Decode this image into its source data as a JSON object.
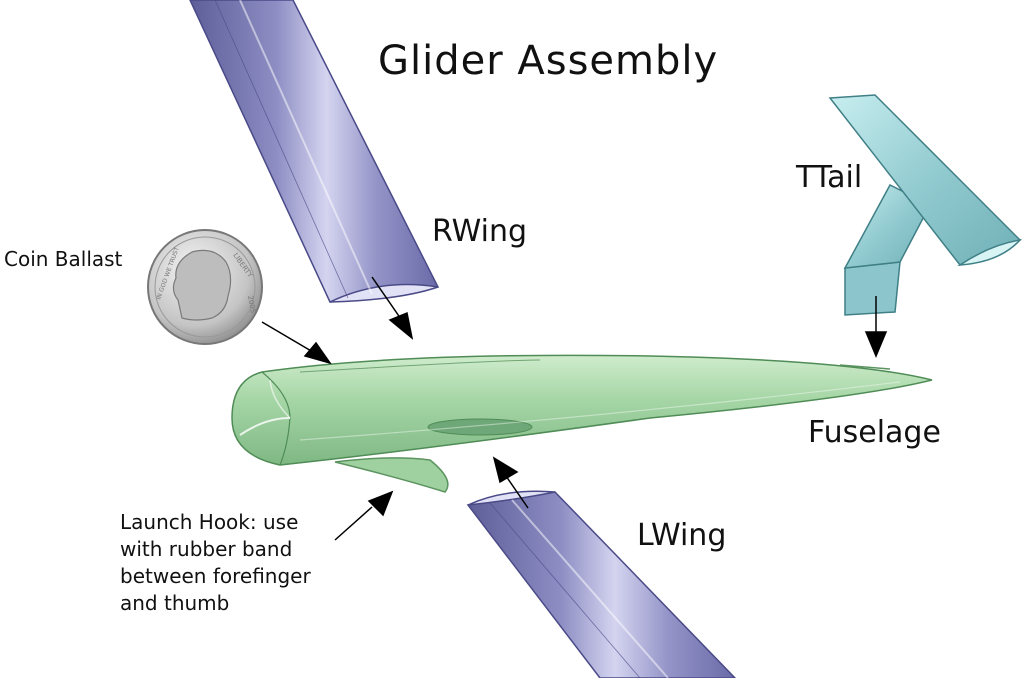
{
  "title": "Glider Assembly",
  "labels": {
    "coin_ballast": "Coin Ballast",
    "rwing": "RWing",
    "ttail": "TTail",
    "fuselage": "Fuselage",
    "lwing": "LWing",
    "launch_hook": [
      "Launch Hook: use",
      "with rubber band",
      "between forefinger",
      "and thumb"
    ]
  },
  "coin_text": {
    "motto": "IN GOD WE TRUST",
    "liberty": "LIBERTY",
    "year": "2005"
  },
  "colors": {
    "wing": "#8f8fc2",
    "tail": "#9fd4d8",
    "fuselage": "#a8d6a8",
    "coin": "#d4d4d4"
  }
}
